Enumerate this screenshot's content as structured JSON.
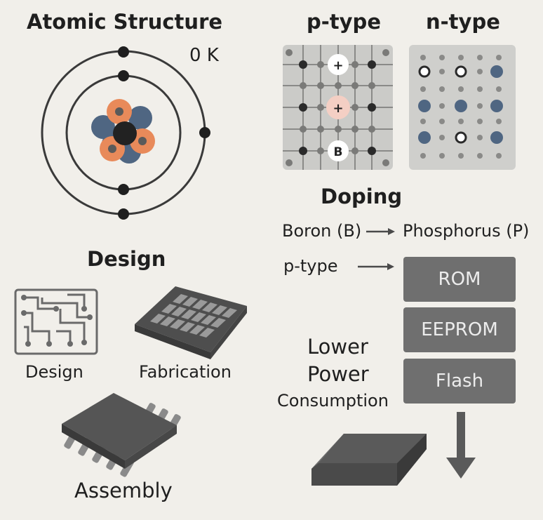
{
  "atomic": {
    "title": "Atomic Structure",
    "temperature": "0 K"
  },
  "lattice": {
    "p_type_title": "p-type",
    "n_type_title": "n-type",
    "hole_symbol": "+",
    "boron_symbol": "B"
  },
  "doping": {
    "title": "Doping",
    "from_label": "Boron (B)",
    "to_label": "Phosphorus (P)",
    "p_type_label": "p-type"
  },
  "process": {
    "title": "Design",
    "steps": [
      {
        "label": "Design"
      },
      {
        "label": "Fabrication"
      },
      {
        "label": "Assembly"
      }
    ]
  },
  "memory": {
    "types": [
      {
        "label": "ROM"
      },
      {
        "label": "EEPROM"
      },
      {
        "label": "Flash"
      }
    ],
    "benefit_lines": [
      "Lower",
      "Power",
      "Consumption"
    ]
  },
  "colors": {
    "background": "#f1efea",
    "orbit": "#3a3a3a",
    "proton": "#e88a5a",
    "neutron": "#4f6682",
    "hole": "#f4cfc4",
    "memory_box": "#6f6f6f"
  }
}
